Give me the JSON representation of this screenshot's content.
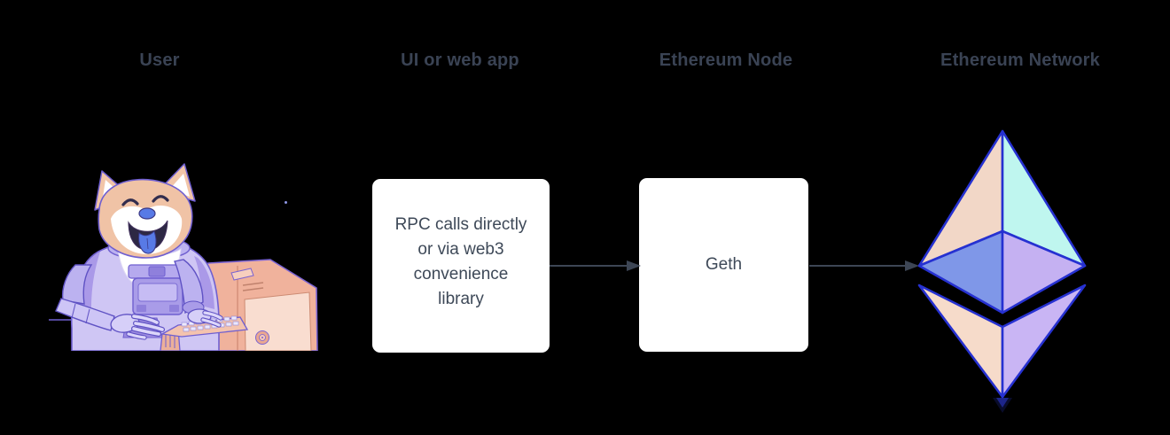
{
  "background": "#000000",
  "diagram": {
    "columns": [
      {
        "key": "user",
        "label": "User",
        "content": "doge-astronaut-at-computer-illustration"
      },
      {
        "key": "ui-or-web-app",
        "label": "UI or web app",
        "box_text": "RPC calls directly\nor via web3\nconvenience\nlibrary"
      },
      {
        "key": "ethereum-node",
        "label": "Ethereum Node",
        "box_text": "Geth"
      },
      {
        "key": "ethereum-network",
        "label": "Ethereum Network",
        "content": "ethereum-diamond-logo"
      }
    ],
    "connections": [
      {
        "from": "ui-or-web-app",
        "to": "ethereum-node"
      },
      {
        "from": "ethereum-node",
        "to": "ethereum-network"
      }
    ]
  },
  "colors": {
    "label_text": "#3a4354",
    "box_background": "#ffffff",
    "box_text": "#3e4958",
    "arrow": "#3d4655",
    "eth_outline": "#2631d1",
    "eth_face_peach": "#f2d7c7",
    "eth_face_cyan": "#bff6ef",
    "eth_face_blue": "#7f97e8",
    "eth_face_lavender": "#c5b1f2",
    "eth_base_peach": "#f6dbca",
    "eth_base_lavender": "#c9b5f4",
    "doge_fur": "#f0c3a6",
    "doge_suit": "#cfc6f4",
    "doge_tongue": "#587ae6",
    "computer_body": "#f0b29c"
  }
}
